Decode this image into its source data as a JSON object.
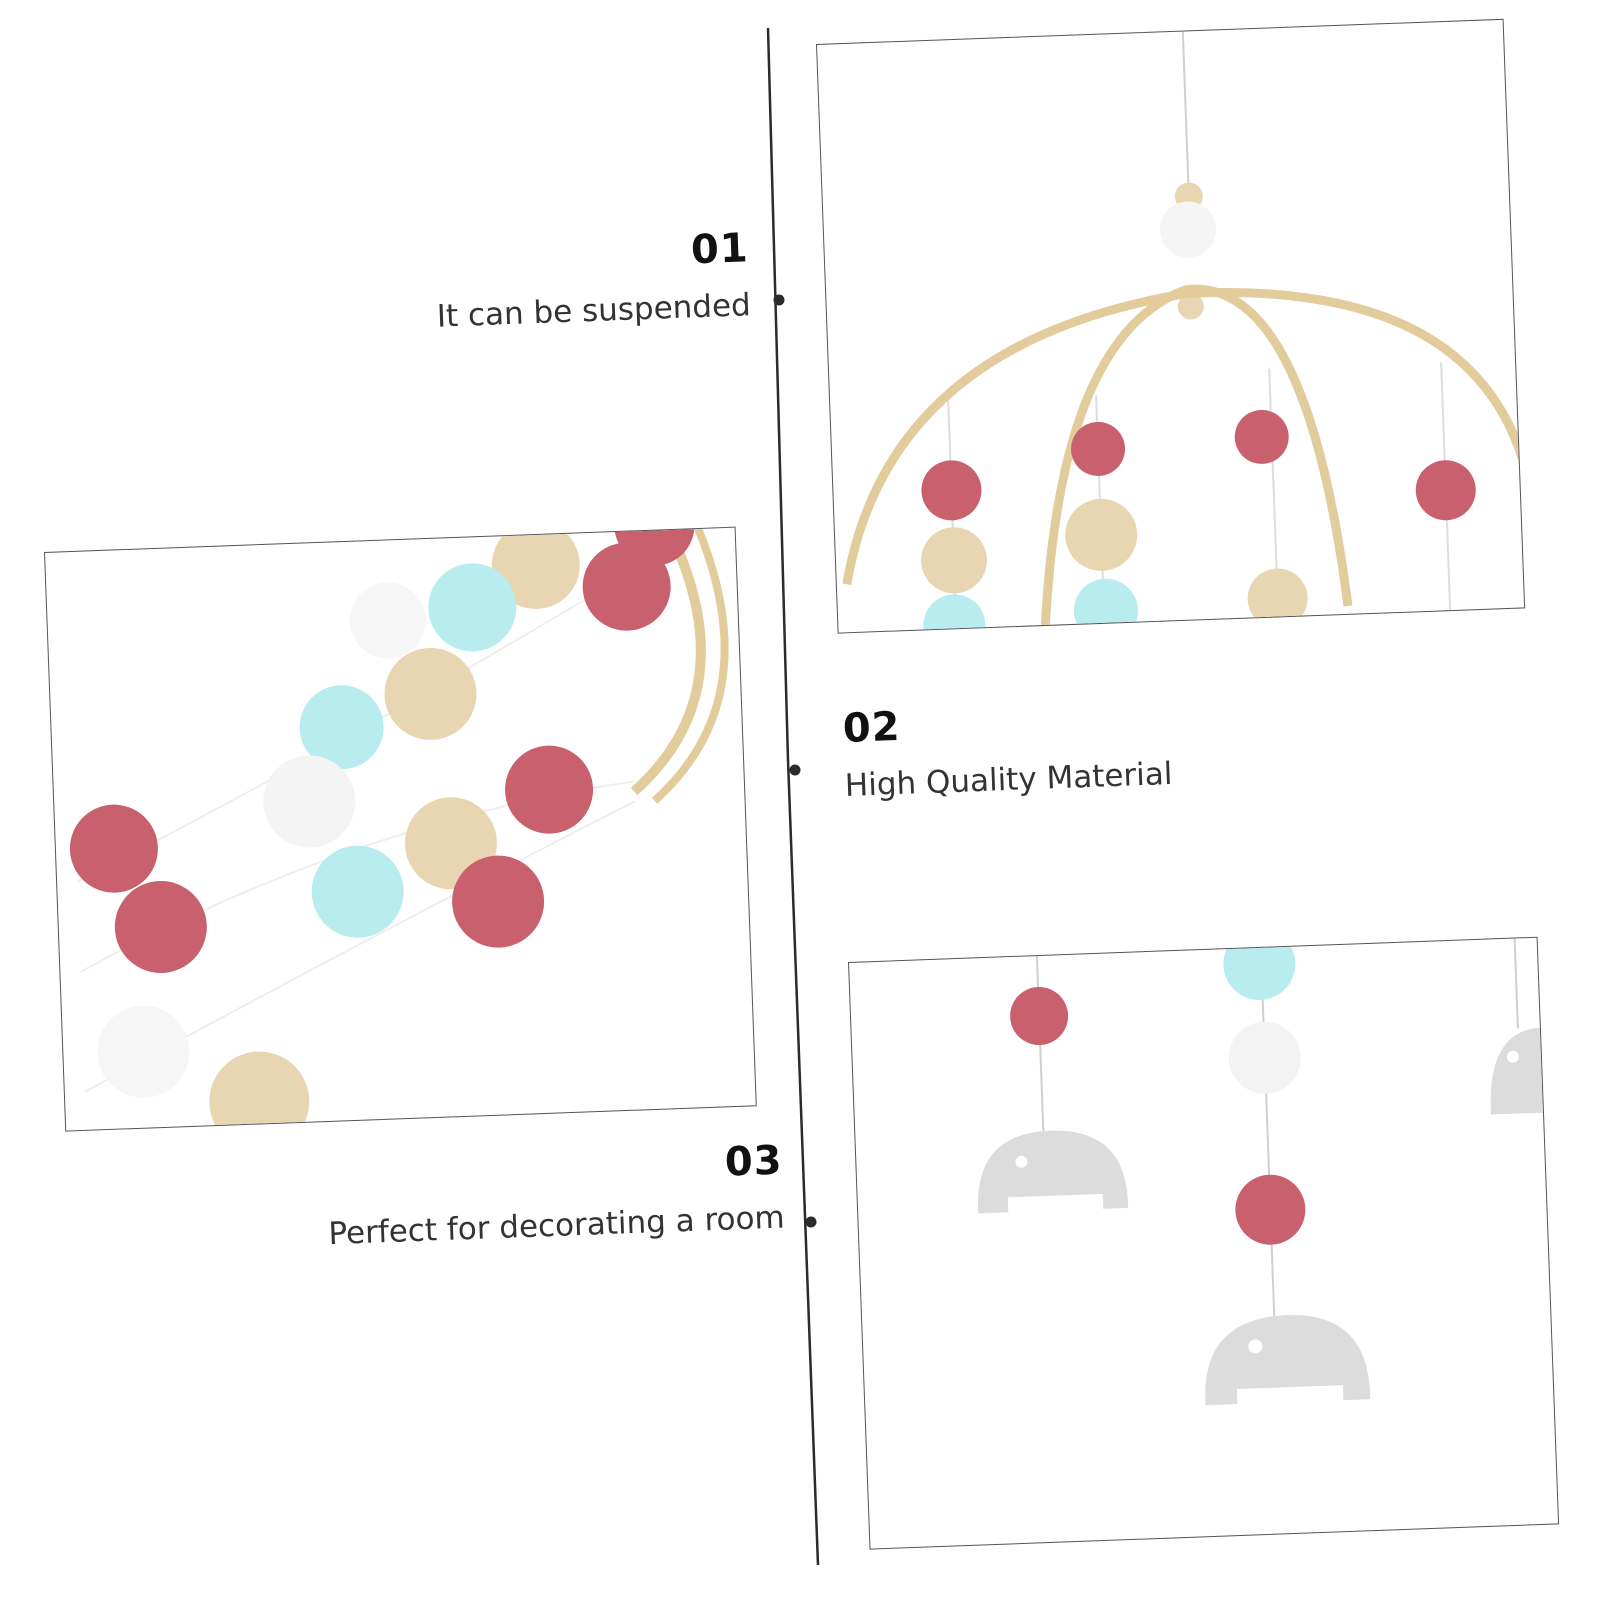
{
  "features": [
    {
      "number": "01",
      "label": "It can be suspended"
    },
    {
      "number": "02",
      "label": "High Quality Material"
    },
    {
      "number": "03",
      "label": "Perfect for decorating a room"
    }
  ],
  "colors": {
    "pink_felt": "#c8606e",
    "blue_felt": "#b8ecef",
    "white_felt": "#f7f7f7",
    "wood": "#e8d6b2",
    "frame": "#555555",
    "elephant": "#dcdcdc"
  }
}
